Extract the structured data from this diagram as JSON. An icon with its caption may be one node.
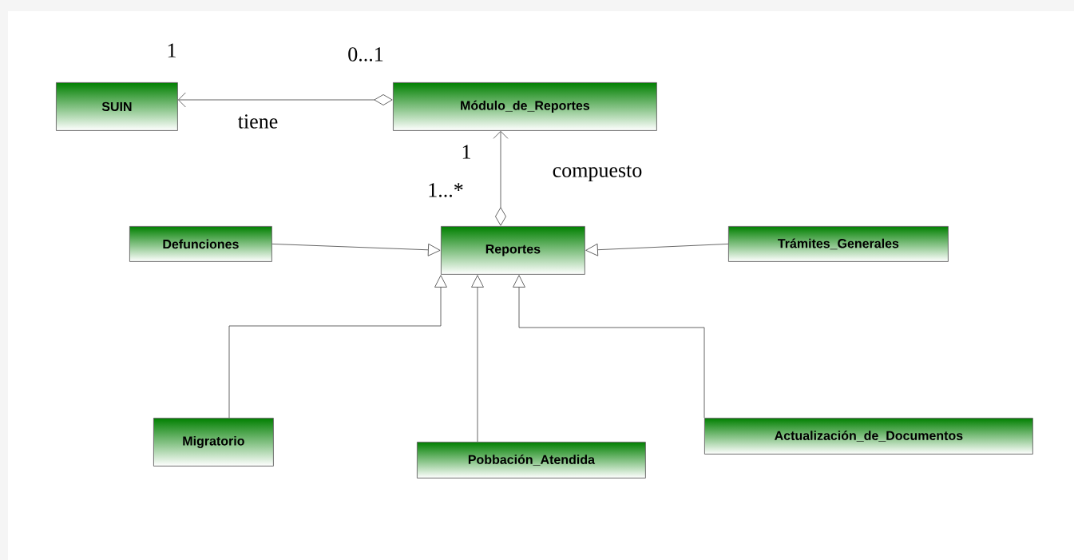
{
  "diagram": {
    "nodes": [
      {
        "text": [
          "SUIN"
        ]
      },
      {
        "text": [
          "Módulo_de_Reportes"
        ]
      },
      {
        "text": [
          "Defunciones"
        ]
      },
      {
        "text": [
          "Reportes"
        ]
      },
      {
        "text": [
          "Trámites_Generales"
        ]
      },
      {
        "text": [
          "Migratorio"
        ]
      },
      {
        "text": [
          "Pobbación_Atendida"
        ]
      },
      {
        "text": [
          "Actualización_de_Documentos"
        ]
      }
    ],
    "edges": [
      {
        "from": 1,
        "to": 0,
        "arrow": "to",
        "label": "tiene"
      },
      {
        "from": 3,
        "to": 1,
        "arrow": "to",
        "label": "compuesto"
      },
      {
        "from": 2,
        "to": 3,
        "arrow": "to"
      },
      {
        "from": 4,
        "to": 3,
        "arrow": "to"
      },
      {
        "from": 5,
        "to": 3,
        "arrow": "to"
      },
      {
        "from": 6,
        "to": 3,
        "arrow": "to"
      },
      {
        "from": 7,
        "to": 3,
        "arrow": "to"
      }
    ],
    "labels": [
      "1",
      "0...1",
      "1",
      "1...*"
    ]
  }
}
